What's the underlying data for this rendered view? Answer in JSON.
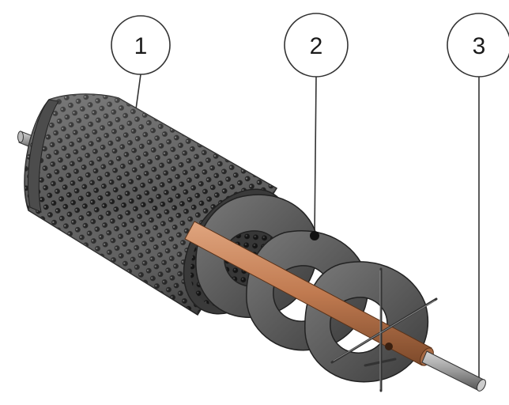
{
  "callouts": [
    {
      "label": "1"
    },
    {
      "label": "2"
    },
    {
      "label": "3"
    }
  ],
  "colors": {
    "metal_dark": "#4a4a4a",
    "metal_mid": "#6b6b6b",
    "metal_light": "#9a9a9a",
    "hole_dark": "#1c1c1c",
    "tube_copper": "#c07a50",
    "tube_highlight": "#e0a57f",
    "shaft_steel": "#8c8c8c",
    "outline": "#222222"
  }
}
